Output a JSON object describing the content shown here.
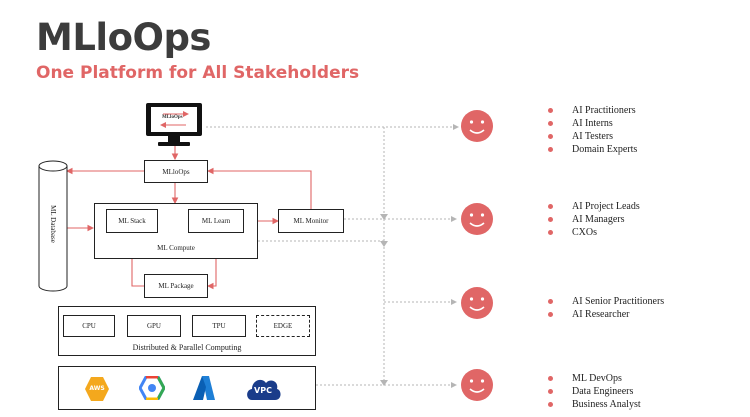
{
  "header": {
    "title": "MLloOps",
    "subtitle": "One Platform for All Stakeholders"
  },
  "colors": {
    "accent": "#e06666",
    "title": "#3c3c3c",
    "connector_gray": "#b5b5b5"
  },
  "diagram": {
    "monitor_label": "MLloOps",
    "database_label": "ML Database",
    "mlloops_box": "MLloOps",
    "compute_caption": "ML Compute",
    "ml_stack": "ML Stack",
    "ml_learn": "ML Learn",
    "ml_monitor": "ML Monitor",
    "ml_package": "ML Package",
    "hardware": {
      "cpu": "CPU",
      "gpu": "GPU",
      "tpu": "TPU",
      "edge": "EDGE",
      "caption": "Distributed & Parallel Computing"
    },
    "cloud_icons": [
      "aws-icon",
      "gcp-icon",
      "azure-icon",
      "vpc-icon"
    ],
    "cloud_aws_text": "AWS",
    "cloud_vpc_text": "VPC"
  },
  "stakeholders": [
    {
      "icon": "smiley-face-icon",
      "roles": [
        "AI Practitioners",
        "AI Interns",
        "AI Testers",
        "Domain Experts"
      ]
    },
    {
      "icon": "smiley-face-icon",
      "roles": [
        "AI Project Leads",
        "AI Managers",
        "CXOs"
      ]
    },
    {
      "icon": "smiley-face-icon",
      "roles": [
        "AI Senior Practitioners",
        "AI Researcher"
      ]
    },
    {
      "icon": "smiley-face-icon",
      "roles": [
        "ML DevOps",
        "Data Engineers",
        "Business Analyst"
      ]
    }
  ]
}
